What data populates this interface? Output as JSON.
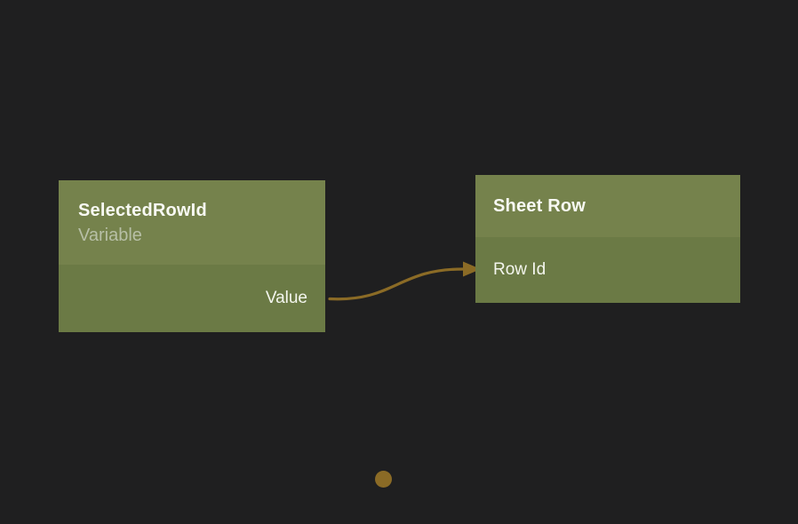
{
  "canvas": {
    "background_color": "#1f1f20",
    "node_header_color": "#75824c",
    "node_body_color": "#6b7a45",
    "connection_color": "#8b6b26",
    "title_text_color": "#f8f9f3",
    "subtitle_text_color": "#b7bfa6"
  },
  "nodes": {
    "variable_node": {
      "title": "SelectedRowId",
      "subtitle": "Variable",
      "output_port": {
        "label": "Value"
      }
    },
    "sheet_row_node": {
      "title": "Sheet Row",
      "input_port": {
        "label": "Row Id"
      }
    }
  },
  "connection": {
    "from": "SelectedRowId.Value",
    "to": "Sheet Row.Row Id"
  }
}
